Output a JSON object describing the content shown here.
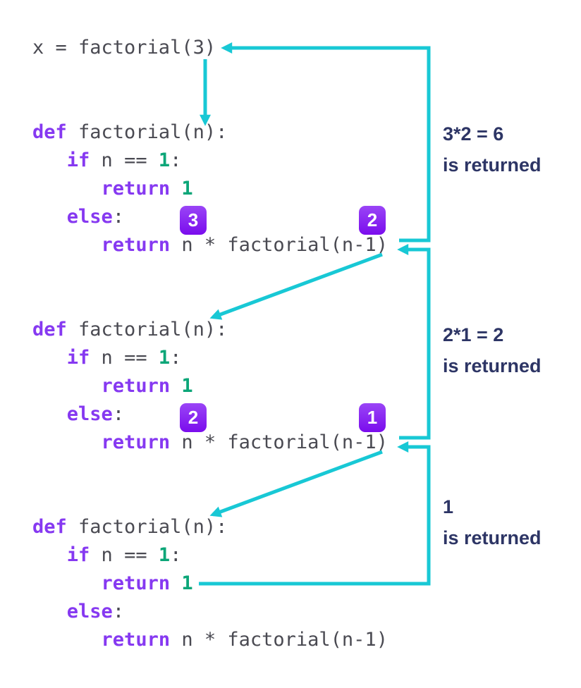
{
  "colors": {
    "background": "#ffffff",
    "code_text": "#4a4a52",
    "keyword": "#8639f1",
    "literal": "#0ca678",
    "arrow": "#18c8d5",
    "annotation": "#2d3565",
    "badge_top": "#9a45f6",
    "badge_bottom": "#7a0ced",
    "badge_text": "#ffffff"
  },
  "caller_line": [
    [
      [
        "code",
        "x = factorial(3)"
      ]
    ]
  ],
  "code_lines": [
    [
      [
        "kw",
        "def"
      ],
      [
        "code",
        " factorial(n):"
      ]
    ],
    [
      [
        "code",
        "   "
      ],
      [
        "kw",
        "if"
      ],
      [
        "code",
        " n == "
      ],
      [
        "lit",
        "1"
      ],
      [
        "code",
        ":"
      ]
    ],
    [
      [
        "code",
        "      "
      ],
      [
        "kw",
        "return"
      ],
      [
        "code",
        " "
      ],
      [
        "lit",
        "1"
      ]
    ],
    [
      [
        "code",
        "   "
      ],
      [
        "kw",
        "else"
      ],
      [
        "code",
        ":"
      ]
    ],
    [
      [
        "code",
        "      "
      ],
      [
        "kw",
        "return"
      ],
      [
        "code",
        " n * factorial(n-1)"
      ]
    ]
  ],
  "blocks": [
    {
      "badges": [
        {
          "label": "3"
        },
        {
          "label": "2"
        }
      ]
    },
    {
      "badges": [
        {
          "label": "2"
        },
        {
          "label": "1"
        }
      ]
    },
    {
      "badges": []
    }
  ],
  "annotations": [
    {
      "result": "3*2 = 6",
      "caption": "is returned"
    },
    {
      "result": "2*1 = 2",
      "caption": "is returned"
    },
    {
      "result": "1",
      "caption": "is returned"
    }
  ]
}
